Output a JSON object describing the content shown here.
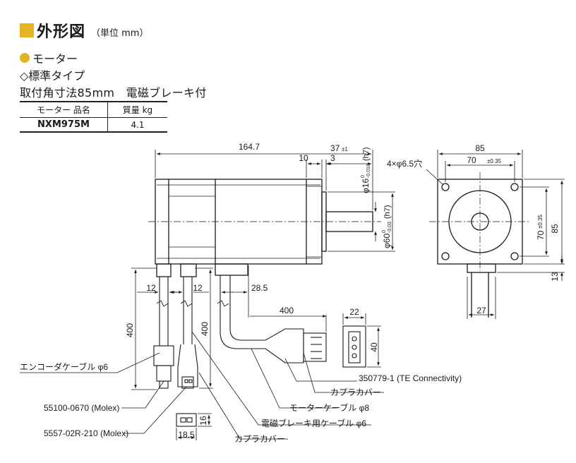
{
  "heading": {
    "title": "外形図",
    "unit": "（単位 mm）"
  },
  "section": {
    "motor": "モーター",
    "type": "◇標準タイプ",
    "spec_line": "取付角寸法85mm　電磁ブレーキ付"
  },
  "table": {
    "headers": [
      "モーター 品名",
      "質量 kg"
    ],
    "rows": [
      [
        "NXM975M",
        "4.1"
      ]
    ]
  },
  "dims": {
    "total_length": "164.7",
    "shaft_length": "37",
    "shaft_tol": "±1",
    "d10": "10",
    "d3": "3",
    "shaft_dia": "φ16",
    "shaft_fit_top": "0",
    "shaft_fit_bot": "-0.018",
    "shaft_fit_suffix": "(h7)",
    "pilot_dia": "φ60",
    "pilot_fit_top": "0",
    "pilot_fit_bot": "-0.03",
    "pilot_fit_suffix": "(h7)",
    "cable_gap_12a": "12",
    "cable_gap_12b": "12",
    "cable_offset": "28.5",
    "cable_len_400a": "400",
    "cable_len_400b": "400",
    "cable_len_400c": "400",
    "conn_w": "22",
    "conn_h": "40",
    "flange": "85",
    "hole_pitch": "70",
    "hole_pitch_tol": "±0.35",
    "holes": "4×φ6.5穴",
    "side_85": "85",
    "side_70": "70",
    "side_70_tol": "±0.35",
    "cable_outlet_13": "13",
    "cable_outlet_27": "27",
    "small_conn_w": "18.5",
    "small_conn_h": "16"
  },
  "callouts": {
    "encoder_cable": "エンコーダケーブル φ6",
    "encoder_conn": "55100-0670 (Molex)",
    "brake_conn": "5557-02R-210 (Molex)",
    "te_conn": "350779-1 (TE Connectivity)",
    "coupler_cover_a": "カプラカバー",
    "motor_cable": "モーターケーブル φ8",
    "brake_cable": "電磁ブレーキ用ケーブル φ6",
    "coupler_cover_b": "カプラカバー"
  },
  "colors": {
    "accent": "#e6b325",
    "line": "#1a1a1a"
  }
}
